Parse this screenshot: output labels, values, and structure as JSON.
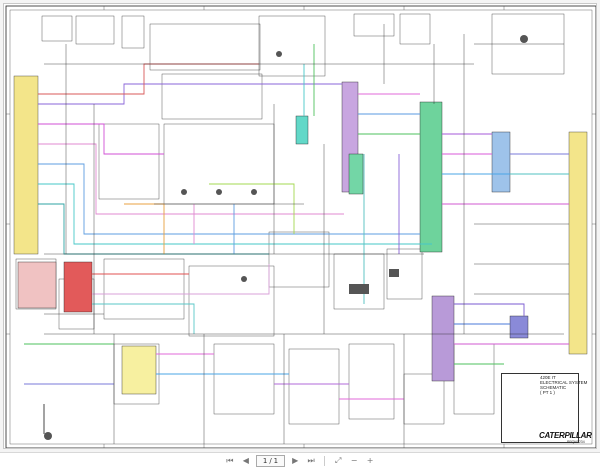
{
  "schematic": {
    "title_lines": [
      "420E IT",
      "ELECTRICAL SYSTEM",
      "SCHEMATIC",
      "( PT 1 )"
    ],
    "brand": "CATERPILLAR",
    "part_number": "PPQN1234"
  },
  "toolbar": {
    "current_page": "1",
    "separator": "/",
    "total_pages": "1"
  }
}
